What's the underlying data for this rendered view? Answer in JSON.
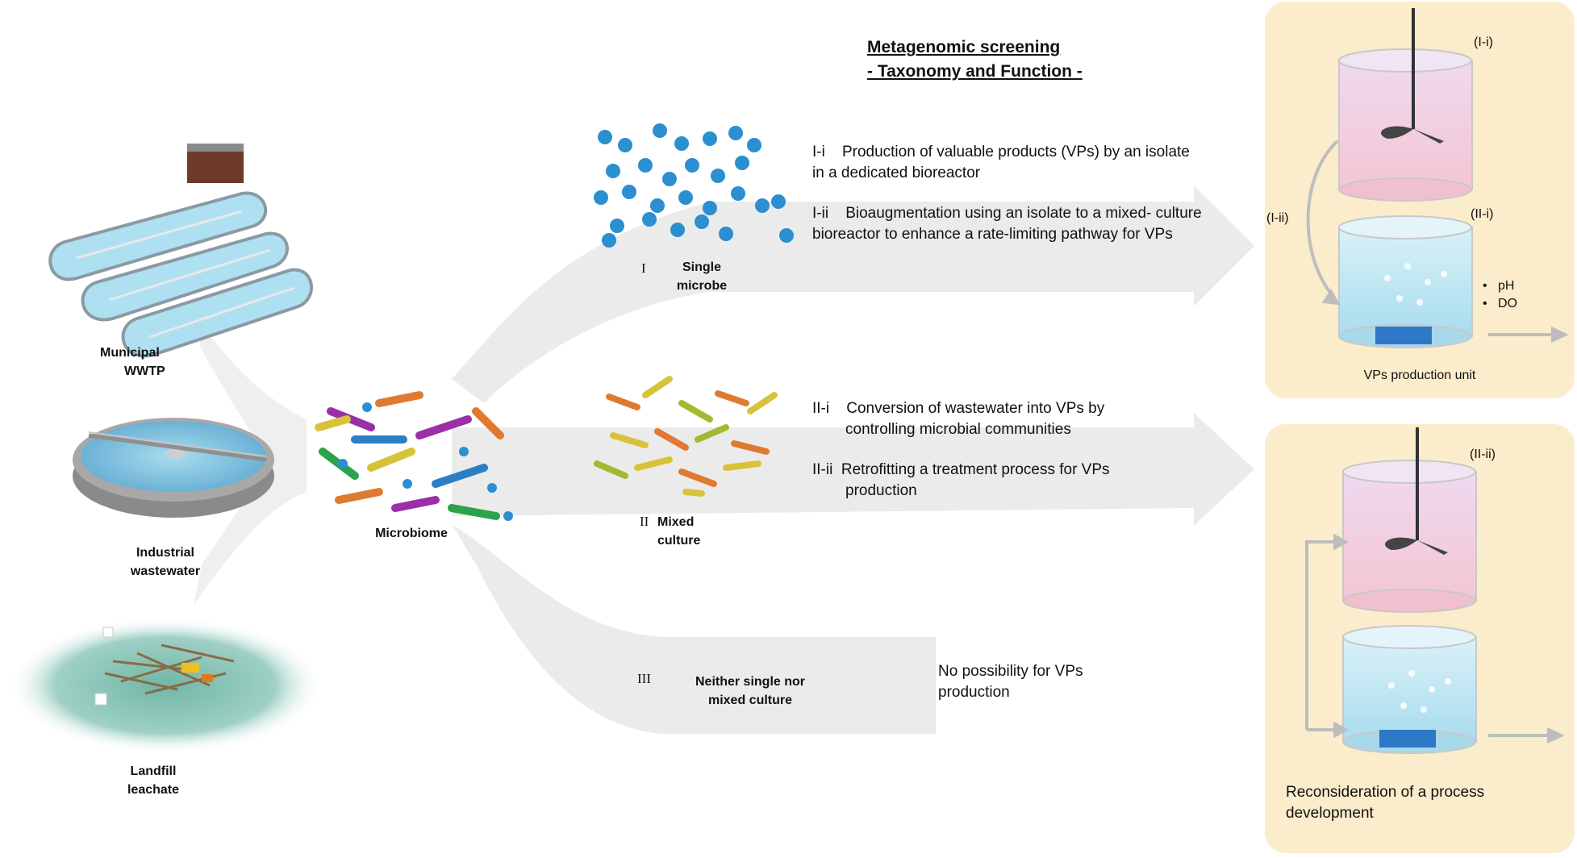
{
  "title": {
    "line1": "Metagenomic screening",
    "line2": "- Taxonomy and Function -"
  },
  "sources": [
    {
      "id": "municipal",
      "line1": "Municipal",
      "line2": "WWTP",
      "icon": "wwtp-plant-icon"
    },
    {
      "id": "industrial",
      "line1": "Industrial",
      "line2": "wastewater",
      "icon": "clarifier-tank-icon"
    },
    {
      "id": "landfill",
      "line1": "Landfill",
      "line2": "leachate",
      "icon": "landfill-icon"
    }
  ],
  "microbiome": {
    "label": "Microbiome"
  },
  "branches": [
    {
      "numeral": "I",
      "label_line1": "Single",
      "label_line2": "microbe",
      "items": [
        {
          "code": "I-i",
          "line1": "Production of valuable  products (VPs) by an     isolate",
          "line2": "in a dedicated bioreactor"
        },
        {
          "code": "I-ii",
          "line1": "Bioaugmentation using an isolate to a mixed-    culture",
          "line2": "bioreactor to enhance a rate-limiting pathway for VPs"
        }
      ]
    },
    {
      "numeral": "II",
      "label_line1": "Mixed",
      "label_line2": "culture",
      "items": [
        {
          "code": "II-i",
          "line1": "Conversion of wastewater into VPs by",
          "line2": "controlling microbial communities"
        },
        {
          "code": "II-ii",
          "line1": "Retrofitting a treatment process for VPs",
          "line2": "production"
        }
      ]
    },
    {
      "numeral": "III",
      "label_line1": "Neither single nor",
      "label_line2": "mixed culture",
      "note_line1": "No possibility for VPs",
      "note_line2": "production"
    }
  ],
  "panel_top": {
    "tag_top": "(I-i)",
    "tag_left": "(I-ii)",
    "tag_bottom": "(II-i)",
    "bullets": [
      "pH",
      "DO"
    ],
    "caption": "VPs production unit"
  },
  "panel_bottom": {
    "tag": "(II-ii)",
    "caption_line1": "Reconsideration of a process",
    "caption_line2": "development"
  },
  "colors": {
    "panel_bg": "#fbeccb",
    "flow_arrow": "#ebebeb",
    "reactor_pink": "#f2cbd7",
    "reactor_blue": "#bfe6f3",
    "carrier_blue": "#2f78c8",
    "microbe_blue": "#2b8fd1",
    "connector_grey": "#bdbdbd"
  }
}
